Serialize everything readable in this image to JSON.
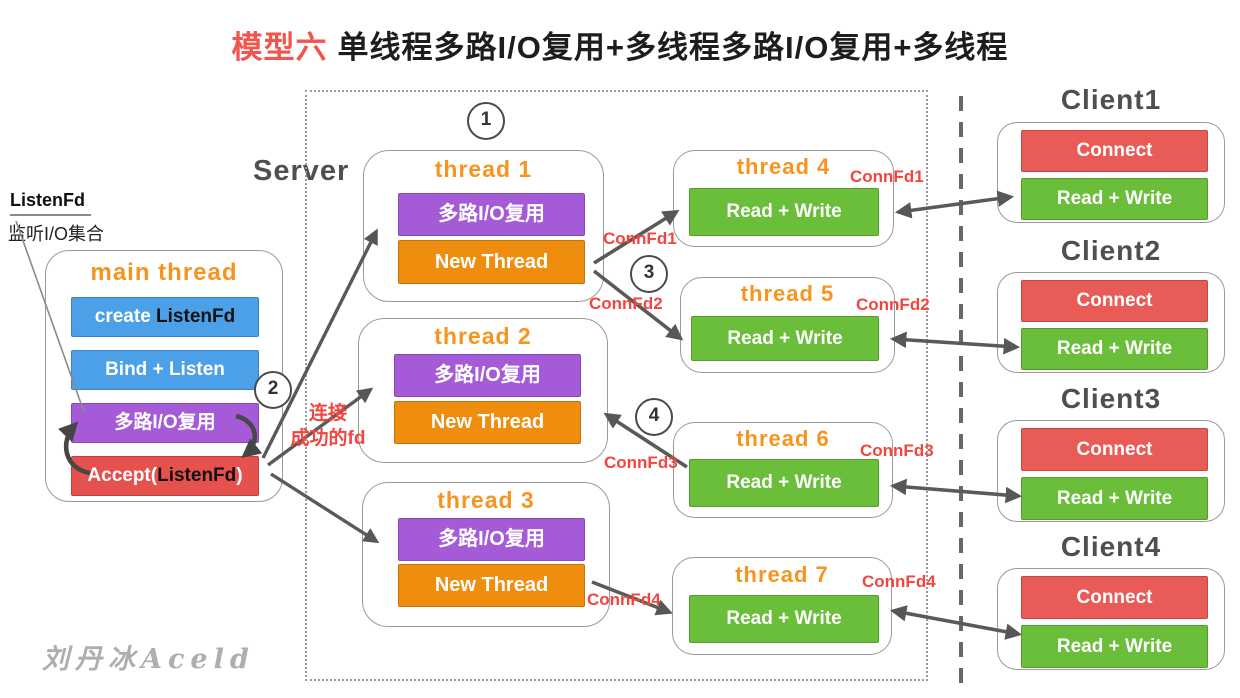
{
  "title": {
    "badge": "模型六",
    "text": "单线程多路I/O复用+多线程多路I/O复用+多线程"
  },
  "note": {
    "title": "ListenFd",
    "subtitle": "监听I/O集合"
  },
  "server": {
    "label": "Server",
    "main_thread": {
      "title": "main thread",
      "steps": [
        {
          "parts": [
            "create ",
            "ListenFd"
          ],
          "color": "blue"
        },
        {
          "parts": [
            "Bind + Listen"
          ],
          "color": "blue"
        },
        {
          "parts": [
            "多路I/O复用"
          ],
          "color": "purple"
        },
        {
          "parts": [
            "Accept(",
            "ListenFd",
            ")"
          ],
          "color": "red"
        }
      ]
    },
    "mux_threads": [
      {
        "title": "thread 1",
        "mux": "多路I/O复用",
        "spawn": "New Thread"
      },
      {
        "title": "thread 2",
        "mux": "多路I/O复用",
        "spawn": "New Thread"
      },
      {
        "title": "thread 3",
        "mux": "多路I/O复用",
        "spawn": "New Thread"
      }
    ],
    "io_threads": [
      {
        "title": "thread 4",
        "action": "Read + Write",
        "conn_fd": "ConnFd1"
      },
      {
        "title": "thread 5",
        "action": "Read + Write",
        "conn_fd": "ConnFd2"
      },
      {
        "title": "thread 6",
        "action": "Read + Write",
        "conn_fd": "ConnFd3"
      },
      {
        "title": "thread 7",
        "action": "Read + Write",
        "conn_fd": "ConnFd4"
      }
    ]
  },
  "clients": [
    {
      "title": "Client1",
      "connect": "Connect",
      "rw": "Read + Write"
    },
    {
      "title": "Client2",
      "connect": "Connect",
      "rw": "Read + Write"
    },
    {
      "title": "Client3",
      "connect": "Connect",
      "rw": "Read + Write"
    },
    {
      "title": "Client4",
      "connect": "Connect",
      "rw": "Read + Write"
    }
  ],
  "annotations": {
    "steps": [
      "1",
      "2",
      "3",
      "4"
    ],
    "conn_fd_left": [
      "ConnFd1",
      "ConnFd2",
      "ConnFd3",
      "ConnFd4"
    ],
    "success_line1": "连接",
    "success_line2": "成功的fd"
  },
  "watermark": "刘丹冰Aceld",
  "colors": {
    "title_red": "#f2544e",
    "thread_title_orange": "#f7941e",
    "purple_bar": "#a55bd8",
    "blue_bar": "#4ba0e8",
    "accept_red": "#e5514d",
    "connect_red": "#e85b56",
    "green_bar": "#6abe3a",
    "orange_bar": "#ef8e0e",
    "annotation_red": "#f1463f",
    "gray_label": "#4f4f4f"
  }
}
